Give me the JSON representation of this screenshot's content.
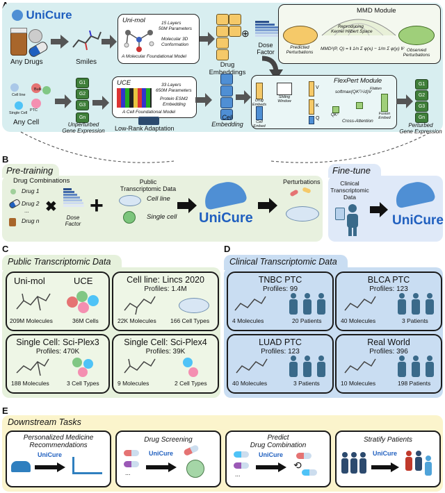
{
  "panel_labels": {
    "a": "A",
    "b": "B",
    "c": "C",
    "d": "D",
    "e": "E"
  },
  "brand": "UniCure",
  "panelA": {
    "any_drugs": "Any Drugs",
    "smiles": "Smiles",
    "unimol": {
      "title": "Uni-mol",
      "spec1": "15 Layers",
      "spec2": "50M Parameters",
      "spec3": "Molecular 3D",
      "spec4": "Conformation",
      "caption": "A Molecular Foundational Model"
    },
    "drug_embeddings": "Drug\nEmbeddings",
    "dose_factor": "Dose\nFactor",
    "mmd": {
      "title": "MMD Module",
      "rkhs1": "Reproducing",
      "rkhs2": "Kernel Hilbert Space",
      "predicted": "Predicted\nPerturbations",
      "observed": "Observed\nPerturbations",
      "formula": "MMD²(P, Q) = ‖ 1/n Σ φ(xᵢ) − 1/m Σ φ(yᵢ) ‖²"
    },
    "any_cell": "Any Cell",
    "cell_types": {
      "line": "Cell line",
      "bulk": "Bulk",
      "single": "Single Cell",
      "ptc": "PTC"
    },
    "genes": [
      "G1",
      "G2",
      "G3",
      "Gn"
    ],
    "unperturbed": "Unperturbed\nGene Expression",
    "uce": {
      "title": "UCE",
      "spec1": "33 Layers",
      "spec2": "650M Parameters",
      "spec3": "Protein ESM2",
      "spec4": "Embedding",
      "caption": "A Cell Foundational Model"
    },
    "lora": "Low-Rank Adaptation",
    "cell_embedding": "Cell\nEmbedding",
    "flexpert": {
      "title": "FlexPert Module",
      "drug_embeds": "Drug\nEmbeds",
      "sliding": "Sliding\nWindow",
      "cell_embed": "Cell\nEmbed",
      "v": "V",
      "k": "K",
      "q": "Q",
      "qkt": "QKᵀ",
      "softmax": "softmax(QKᵀ/√d)V",
      "flatten": "Flatten",
      "fusion": "Fusion\nEmbed",
      "cross": "Cross-Attention"
    },
    "perturbed": "Perturbed\nGene Expression"
  },
  "panelB": {
    "pretrain_tab": "Pre-training",
    "drug_combinations": "Drug Combinations",
    "drugs": [
      "Drug 1",
      "Drug 2",
      "...",
      "Drug n"
    ],
    "dose_factor": "Dose\nFactor",
    "public_data": "Public\nTranscriptomic Data",
    "cell_line": "Cell line",
    "single_cell": "Single cell",
    "perturbations": "Perturbations",
    "finetune_tab": "Fine-tune",
    "clinical": "Clinical\nTranscriptomic\nData"
  },
  "panelC": {
    "tab": "Public Transcriptomic Data",
    "unimol": "Uni-mol",
    "uce": "UCE",
    "mol209": "209M Molecules",
    "cells36": "36M Cells",
    "lincs_title": "Cell line: Lincs 2020",
    "lincs_profiles": "Profiles: 1.4M",
    "lincs_mol": "22K Molecules",
    "lincs_cells": "166 Cell Types",
    "sp3_title": "Single Cell: Sci-Plex3",
    "sp3_profiles": "Profiles: 470K",
    "sp3_mol": "188 Molecules",
    "sp3_cells": "3 Cell Types",
    "sp4_title": "Single Cell: Sci-Plex4",
    "sp4_profiles": "Profiles: 39K",
    "sp4_mol": "9 Molecules",
    "sp4_cells": "2 Cell Types"
  },
  "panelD": {
    "tab": "Clinical Transcriptomic Data",
    "tnbc": {
      "title": "TNBC PTC",
      "profiles": "Profiles: 99",
      "mol": "4 Molecules",
      "pat": "20 Patients"
    },
    "blca": {
      "title": "BLCA PTC",
      "profiles": "Profiles: 123",
      "mol": "40 Molecules",
      "pat": "3 Patients"
    },
    "luad": {
      "title": "LUAD PTC",
      "profiles": "Profiles: 123",
      "mol": "40 Molecules",
      "pat": "3 Patients"
    },
    "real": {
      "title": "Real World",
      "profiles": "Profiles: 396",
      "mol": "10 Molecules",
      "pat": "198 Patients"
    }
  },
  "panelE": {
    "tab": "Downstream Tasks",
    "tasks": [
      "Personalized Medicine\nRecommendations",
      "Drug Screening",
      "Predict\nDrug Combination",
      "Stratify Patients"
    ],
    "dots": "..."
  },
  "colors": {
    "panelA_bg": "#d8eef0",
    "pretrain_bg": "#e8f1df",
    "finetune_bg": "#dfe9f8",
    "clinical_bg": "#c9ddf2",
    "public_bg": "#e6f1dc",
    "downstream_bg": "#fbf4cc",
    "brand_blue": "#1f5fbf",
    "gene_green": "#3f7f3a",
    "patient_blue": "#3a6a8a"
  },
  "icons": [
    "capsule-icon",
    "molecule-icon",
    "cell-icon",
    "patient-icon",
    "petri-dish-icon",
    "iv-bag-icon",
    "arrow-icon"
  ]
}
